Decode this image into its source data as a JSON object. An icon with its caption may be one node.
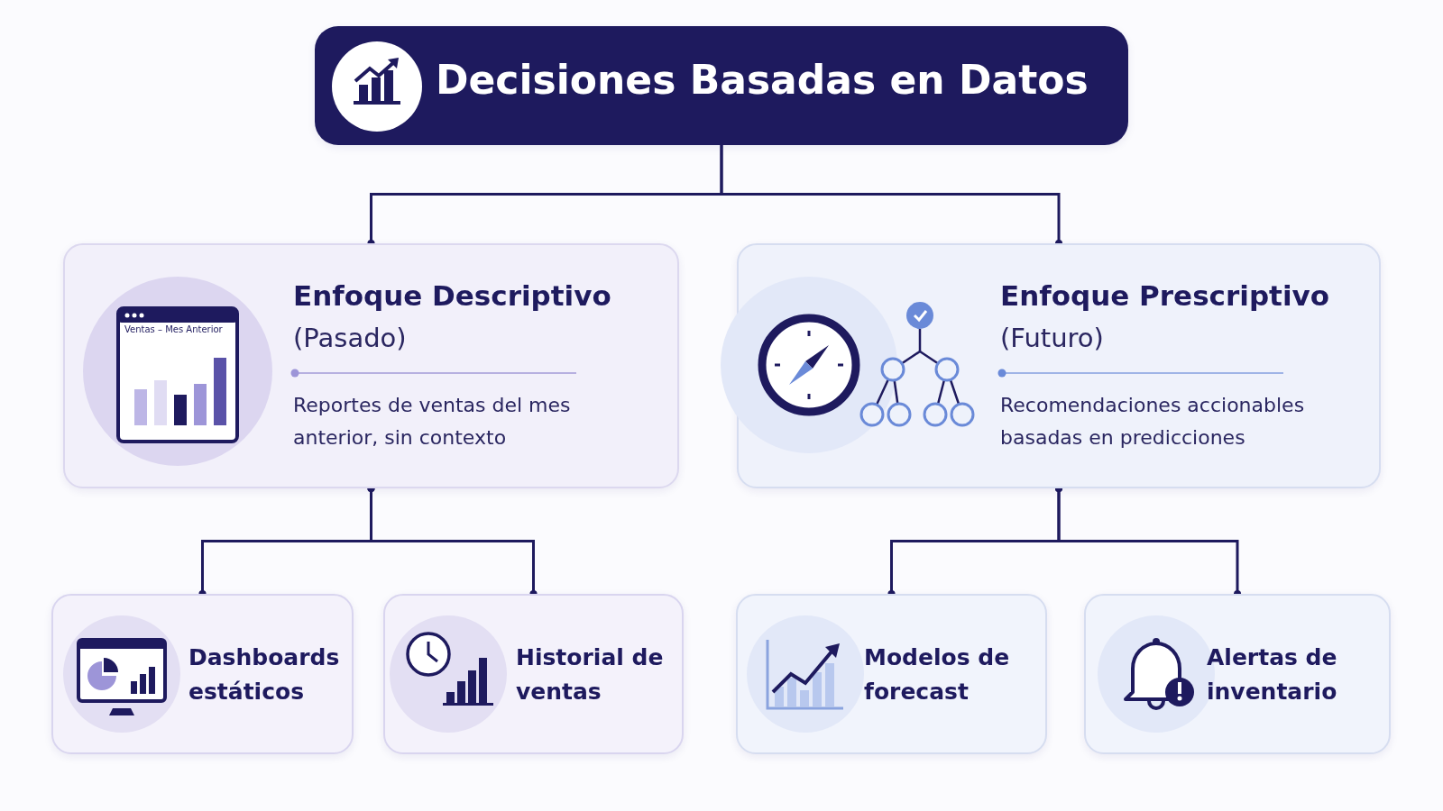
{
  "diagram": {
    "nodes": [
      {
        "text": [
          "Decisiones Basadas en Datos"
        ]
      },
      {
        "text": [
          "Enfoque Descriptivo",
          "(Pasado)",
          "Reportes de ventas del mes anterior, sin contexto"
        ]
      },
      {
        "text": [
          "Enfoque Prescriptivo",
          "(Futuro)",
          "Recomendaciones accionables basadas en predicciones"
        ]
      },
      {
        "text": [
          "Dashboards estáticos"
        ]
      },
      {
        "text": [
          "Historial de ventas"
        ]
      },
      {
        "text": [
          "Modelos de forecast"
        ]
      },
      {
        "text": [
          "Alertas de inventario"
        ]
      }
    ],
    "edges": [
      {
        "from": 0,
        "to": 1,
        "arrow": "other"
      },
      {
        "from": 0,
        "to": 2,
        "arrow": "other"
      },
      {
        "from": 1,
        "to": 3,
        "arrow": "other"
      },
      {
        "from": 1,
        "to": 4,
        "arrow": "other"
      },
      {
        "from": 2,
        "to": 5,
        "arrow": "other"
      },
      {
        "from": 2,
        "to": 6,
        "arrow": "other"
      }
    ],
    "labels": [
      "Ventas – Mes Anterior"
    ]
  }
}
